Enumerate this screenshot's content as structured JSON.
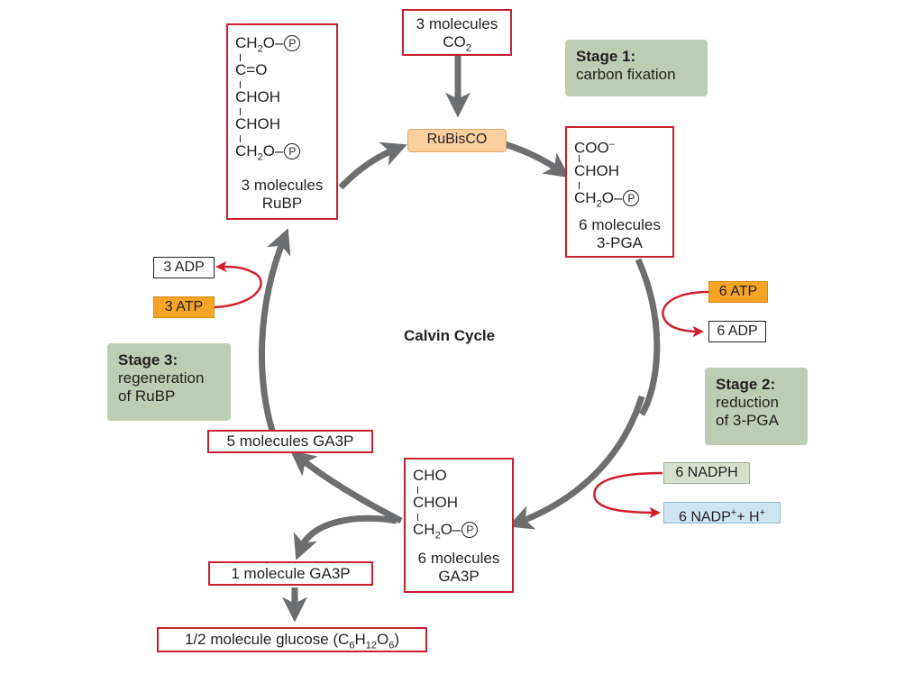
{
  "title": "Calvin Cycle",
  "co2": {
    "line1": "3 molecules",
    "line2_main": "CO",
    "line2_sub": "2"
  },
  "rubisco": "RuBisCO",
  "rubp": {
    "line1": "CH",
    "line1_sub": "2",
    "line1_tail": "O–",
    "line2": "C",
    "line2_tail": "=O",
    "line3": "CHOH",
    "line4": "CHOH",
    "line5": "CH",
    "line5_sub": "2",
    "line5_tail": "O–",
    "caption1": "3 molecules",
    "caption2": "RuBP"
  },
  "pga": {
    "line1": "COO",
    "line1_sup": "–",
    "line2": "CHOH",
    "line3": "CH",
    "line3_sub": "2",
    "line3_tail": "O–",
    "caption1": "6 molecules",
    "caption2": "3-PGA"
  },
  "ga3p6": {
    "line1": "CHO",
    "line2": "CHOH",
    "line3": "CH",
    "line3_sub": "2",
    "line3_tail": "O–",
    "caption1": "6 molecules",
    "caption2": "GA3P"
  },
  "phosphate": "P",
  "five_ga3p": "5 molecules GA3P",
  "one_ga3p": "1 molecule GA3P",
  "glucose": {
    "prefix": "1/2 molecule glucose (C",
    "s1": "6",
    "m1": "H",
    "s2": "12",
    "m2": "O",
    "s3": "6",
    "suffix": ")"
  },
  "stage1": {
    "label": "Stage 1:",
    "text": "carbon fixation"
  },
  "stage2": {
    "label": "Stage 2:",
    "line1": "reduction",
    "line2": "of 3-PGA"
  },
  "stage3": {
    "label": "Stage 3:",
    "line1": "regeneration",
    "line2": "of RuBP"
  },
  "six_atp": "6 ATP",
  "six_adp": "6 ADP",
  "three_adp": "3 ADP",
  "three_atp": "3 ATP",
  "nadph": "6 NADPH",
  "nadp": {
    "main": "6 NADP",
    "sup": "+",
    "mid": "+ H",
    "sup2": "+"
  },
  "colors": {
    "cycle_arrow": "#6d6e70",
    "energy_arrow": "#d0202e",
    "box_border": "#c8202f"
  }
}
